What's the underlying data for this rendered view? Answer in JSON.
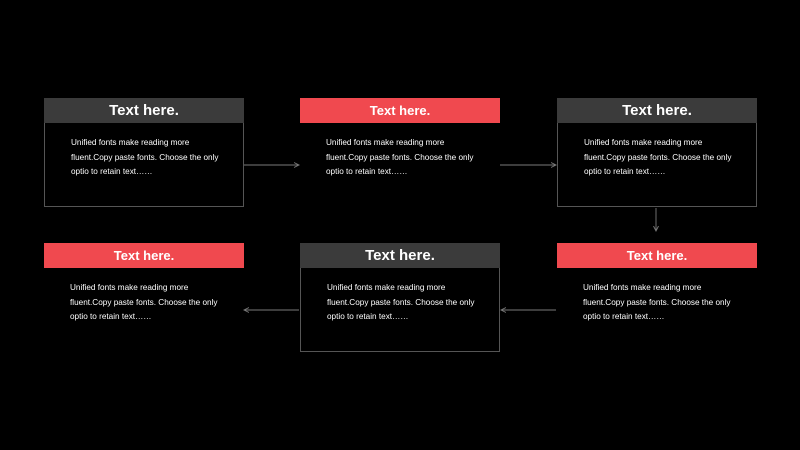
{
  "colors": {
    "background": "#000000",
    "header_gray": "#3b3b3b",
    "header_red": "#f0494f",
    "border": "#555555",
    "connector": "#7a7a7a",
    "text": "#ffffff"
  },
  "steps": [
    {
      "title": "Text here.",
      "body": "Unified fonts make reading more fluent.Copy paste fonts. Choose the only optio to retain text……",
      "header_style": "gray"
    },
    {
      "title": "Text here.",
      "body": "Unified fonts make reading more fluent.Copy paste fonts. Choose the only optio to retain text……",
      "header_style": "red"
    },
    {
      "title": "Text here.",
      "body": "Unified fonts make reading more fluent.Copy paste fonts. Choose the only optio to retain text……",
      "header_style": "gray"
    },
    {
      "title": "Text here.",
      "body": "Unified fonts make reading more fluent.Copy paste fonts. Choose the only optio to retain text……",
      "header_style": "red"
    },
    {
      "title": "Text here.",
      "body": "Unified fonts make reading more fluent.Copy paste fonts. Choose the only optio to retain text……",
      "header_style": "gray"
    },
    {
      "title": "Text here.",
      "body": "Unified fonts make reading more fluent.Copy paste fonts. Choose the only optio to retain text……",
      "header_style": "red"
    }
  ]
}
